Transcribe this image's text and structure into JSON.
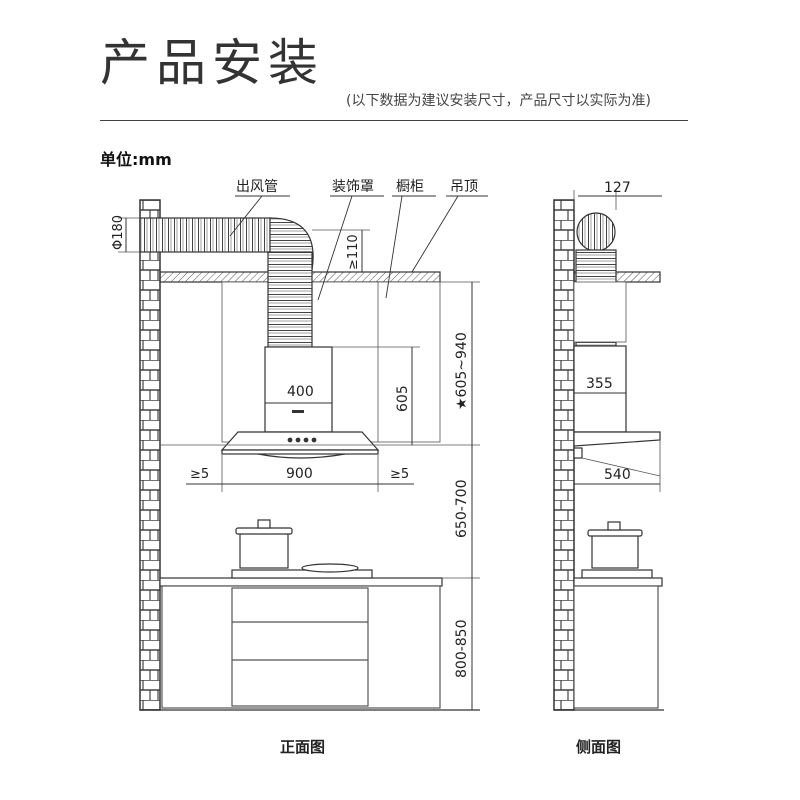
{
  "header": {
    "title": "产品安装",
    "subtitle": "(以下数据为建议安装尺寸，产品尺寸以实际为准)",
    "unit": "单位:mm"
  },
  "front": {
    "label_duct": "出风管",
    "label_cover": "装饰罩",
    "label_cabinet": "橱柜",
    "label_ceiling": "吊顶",
    "dim_duct_dia": "Φ180",
    "dim_ge110": "≥110",
    "dim_400": "400",
    "dim_605": "605",
    "dim_605_940": "★605~940",
    "dim_ge5_left": "≥5",
    "dim_900": "900",
    "dim_ge5_right": "≥5",
    "dim_650_700": "650-700",
    "dim_800_850": "800-850",
    "caption": "正面图"
  },
  "side": {
    "dim_127": "127",
    "dim_355": "355",
    "dim_540": "540",
    "caption": "侧面图"
  },
  "colors": {
    "line": "#333333",
    "hatch": "#555555",
    "brick": "#444444"
  }
}
